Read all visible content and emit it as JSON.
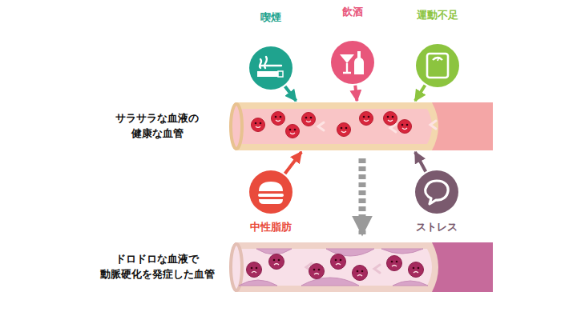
{
  "diagram": {
    "nodes": [
      {
        "text": [
          "喫煙"
        ]
      },
      {
        "text": [
          "飲酒"
        ]
      },
      {
        "text": [
          "運動不足"
        ]
      },
      {
        "text": [
          "サラサラな血液の 健康な血管"
        ]
      },
      {
        "text": [
          "中性脂肪"
        ]
      },
      {
        "text": [
          "ストレス"
        ]
      },
      {
        "text": [
          "ドロドロな血液で 動脈硬化を発症した血管"
        ]
      }
    ],
    "edges": [
      {
        "from": 0,
        "to": 3,
        "arrow": "to"
      },
      {
        "from": 1,
        "to": 3,
        "arrow": "to"
      },
      {
        "from": 2,
        "to": 3,
        "arrow": "to"
      },
      {
        "from": 4,
        "to": 3,
        "arrow": "to"
      },
      {
        "from": 5,
        "to": 3,
        "arrow": "to"
      },
      {
        "from": 3,
        "to": 6,
        "arrow": "to"
      }
    ]
  }
}
